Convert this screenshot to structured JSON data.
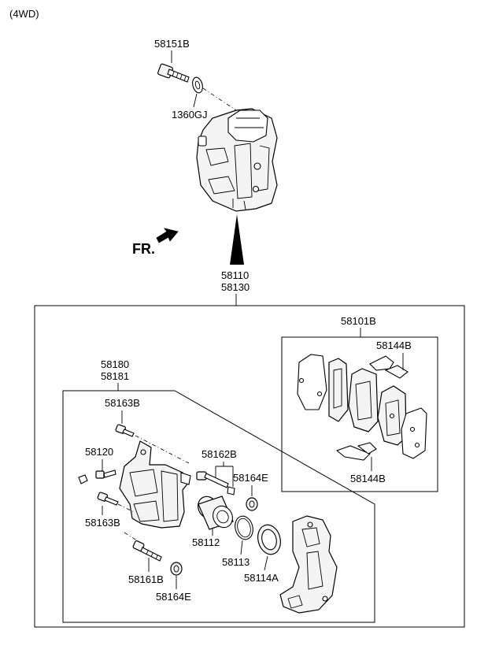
{
  "variant": "(4WD)",
  "front_indicator": "FR.",
  "labels": {
    "bolt_58151B": "58151B",
    "washer_1360GJ": "1360GJ",
    "caliper_58110": "58110",
    "caliper_58130": "58130",
    "pad_kit_58101B": "58101B",
    "pad_clip_top_58144B": "58144B",
    "pad_clip_bottom_58144B": "58144B",
    "caliper_body_58180": "58180",
    "caliper_body_58181": "58181",
    "bolt_top_58163B": "58163B",
    "bleeder_58120": "58120",
    "bolt_bottom_58163B": "58163B",
    "guide_pin_58162B": "58162B",
    "boot_right_58164E": "58164E",
    "piston_58112": "58112",
    "piston_seal_58113": "58113",
    "piston_boot_58114A": "58114A",
    "guide_pin_58161B": "58161B",
    "boot_bottom_58164E": "58164E"
  },
  "colors": {
    "line": "#000000",
    "part_fill": "#f4f4f4",
    "background": "#ffffff"
  }
}
